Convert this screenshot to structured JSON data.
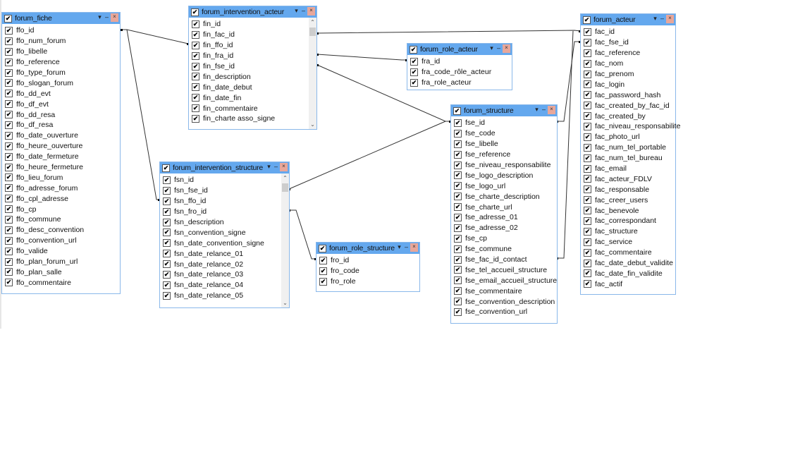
{
  "tables": [
    {
      "id": "forum_fiche",
      "title": "forum_fiche",
      "scroll": false,
      "fields": [
        "ffo_id",
        "ffo_num_forum",
        "ffo_libelle",
        "ffo_reference",
        "ffo_type_forum",
        "ffo_slogan_forum",
        "ffo_dd_evt",
        "ffo_df_evt",
        "ffo_dd_resa",
        "ffo_df_resa",
        "ffo_date_ouverture",
        "ffo_heure_ouverture",
        "ffo_date_fermeture",
        "ffo_heure_fermeture",
        "ffo_lieu_forum",
        "ffo_adresse_forum",
        "ffo_cpl_adresse",
        "ffo_cp",
        "ffo_commune",
        "ffo_desc_convention",
        "ffo_convention_url",
        "ffo_valide",
        "ffo_plan_forum_url",
        "ffo_plan_salle",
        "ffo_commentaire"
      ]
    },
    {
      "id": "forum_intervention_acteur",
      "title": "forum_intervention_acteur",
      "scroll": true,
      "fields": [
        "fin_id",
        "fin_fac_id",
        "fin_ffo_id",
        "fin_fra_id",
        "fin_fse_id",
        "fin_description",
        "fin_date_debut",
        "fin_date_fin",
        "fin_commentaire",
        "fin_charte asso_signe"
      ]
    },
    {
      "id": "forum_role_acteur",
      "title": "forum_role_acteur",
      "scroll": false,
      "fields": [
        "fra_id",
        "fra_code_rôle_acteur",
        "fra_role_acteur"
      ]
    },
    {
      "id": "forum_acteur",
      "title": "forum_acteur",
      "scroll": false,
      "fields": [
        "fac_id",
        "fac_fse_id",
        "fac_reference",
        "fac_nom",
        "fac_prenom",
        "fac_login",
        "fac_password_hash",
        "fac_created_by_fac_id",
        "fac_created_by",
        "fac_niveau_responsabilite",
        "fac_photo_url",
        "fac_num_tel_portable",
        "fac_num_tel_bureau",
        "fac_email",
        "fac_acteur_FDLV",
        "fac_responsable",
        "fac_creer_users",
        "fac_benevole",
        "fac_correspondant",
        "fac_structure",
        "fac_service",
        "fac_commentaire",
        "fac_date_debut_validite",
        "fac_date_fin_validite",
        "fac_actif"
      ]
    },
    {
      "id": "forum_structure",
      "title": "forum_structure",
      "scroll": false,
      "fields": [
        "fse_id",
        "fse_code",
        "fse_libelle",
        "fse_reference",
        "fse_niveau_responsabilite",
        "fse_logo_description",
        "fse_logo_url",
        "fse_charte_description",
        "fse_charte_url",
        "fse_adresse_01",
        "fse_adresse_02",
        "fse_cp",
        "fse_commune",
        "fse_fac_id_contact",
        "fse_tel_accueil_structure",
        "fse_email_accueil_structure",
        "fse_commentaire",
        "fse_convention_description",
        "fse_convention_url"
      ]
    },
    {
      "id": "forum_intervention_structure",
      "title": "forum_intervention_structure",
      "scroll": true,
      "fields": [
        "fsn_id",
        "fsn_fse_id",
        "fsn_ffo_id",
        "fsn_fro_id",
        "fsn_description",
        "fsn_convention_signe",
        "fsn_date_convention_signe",
        "fsn_date_relance_01",
        "fsn_date_relance_02",
        "fsn_date_relance_03",
        "fsn_date_relance_04",
        "fsn_date_relance_05"
      ]
    },
    {
      "id": "forum_role_structure",
      "title": "forum_role_structure",
      "scroll": false,
      "fields": [
        "fro_id",
        "fro_code",
        "fro_role"
      ]
    }
  ]
}
